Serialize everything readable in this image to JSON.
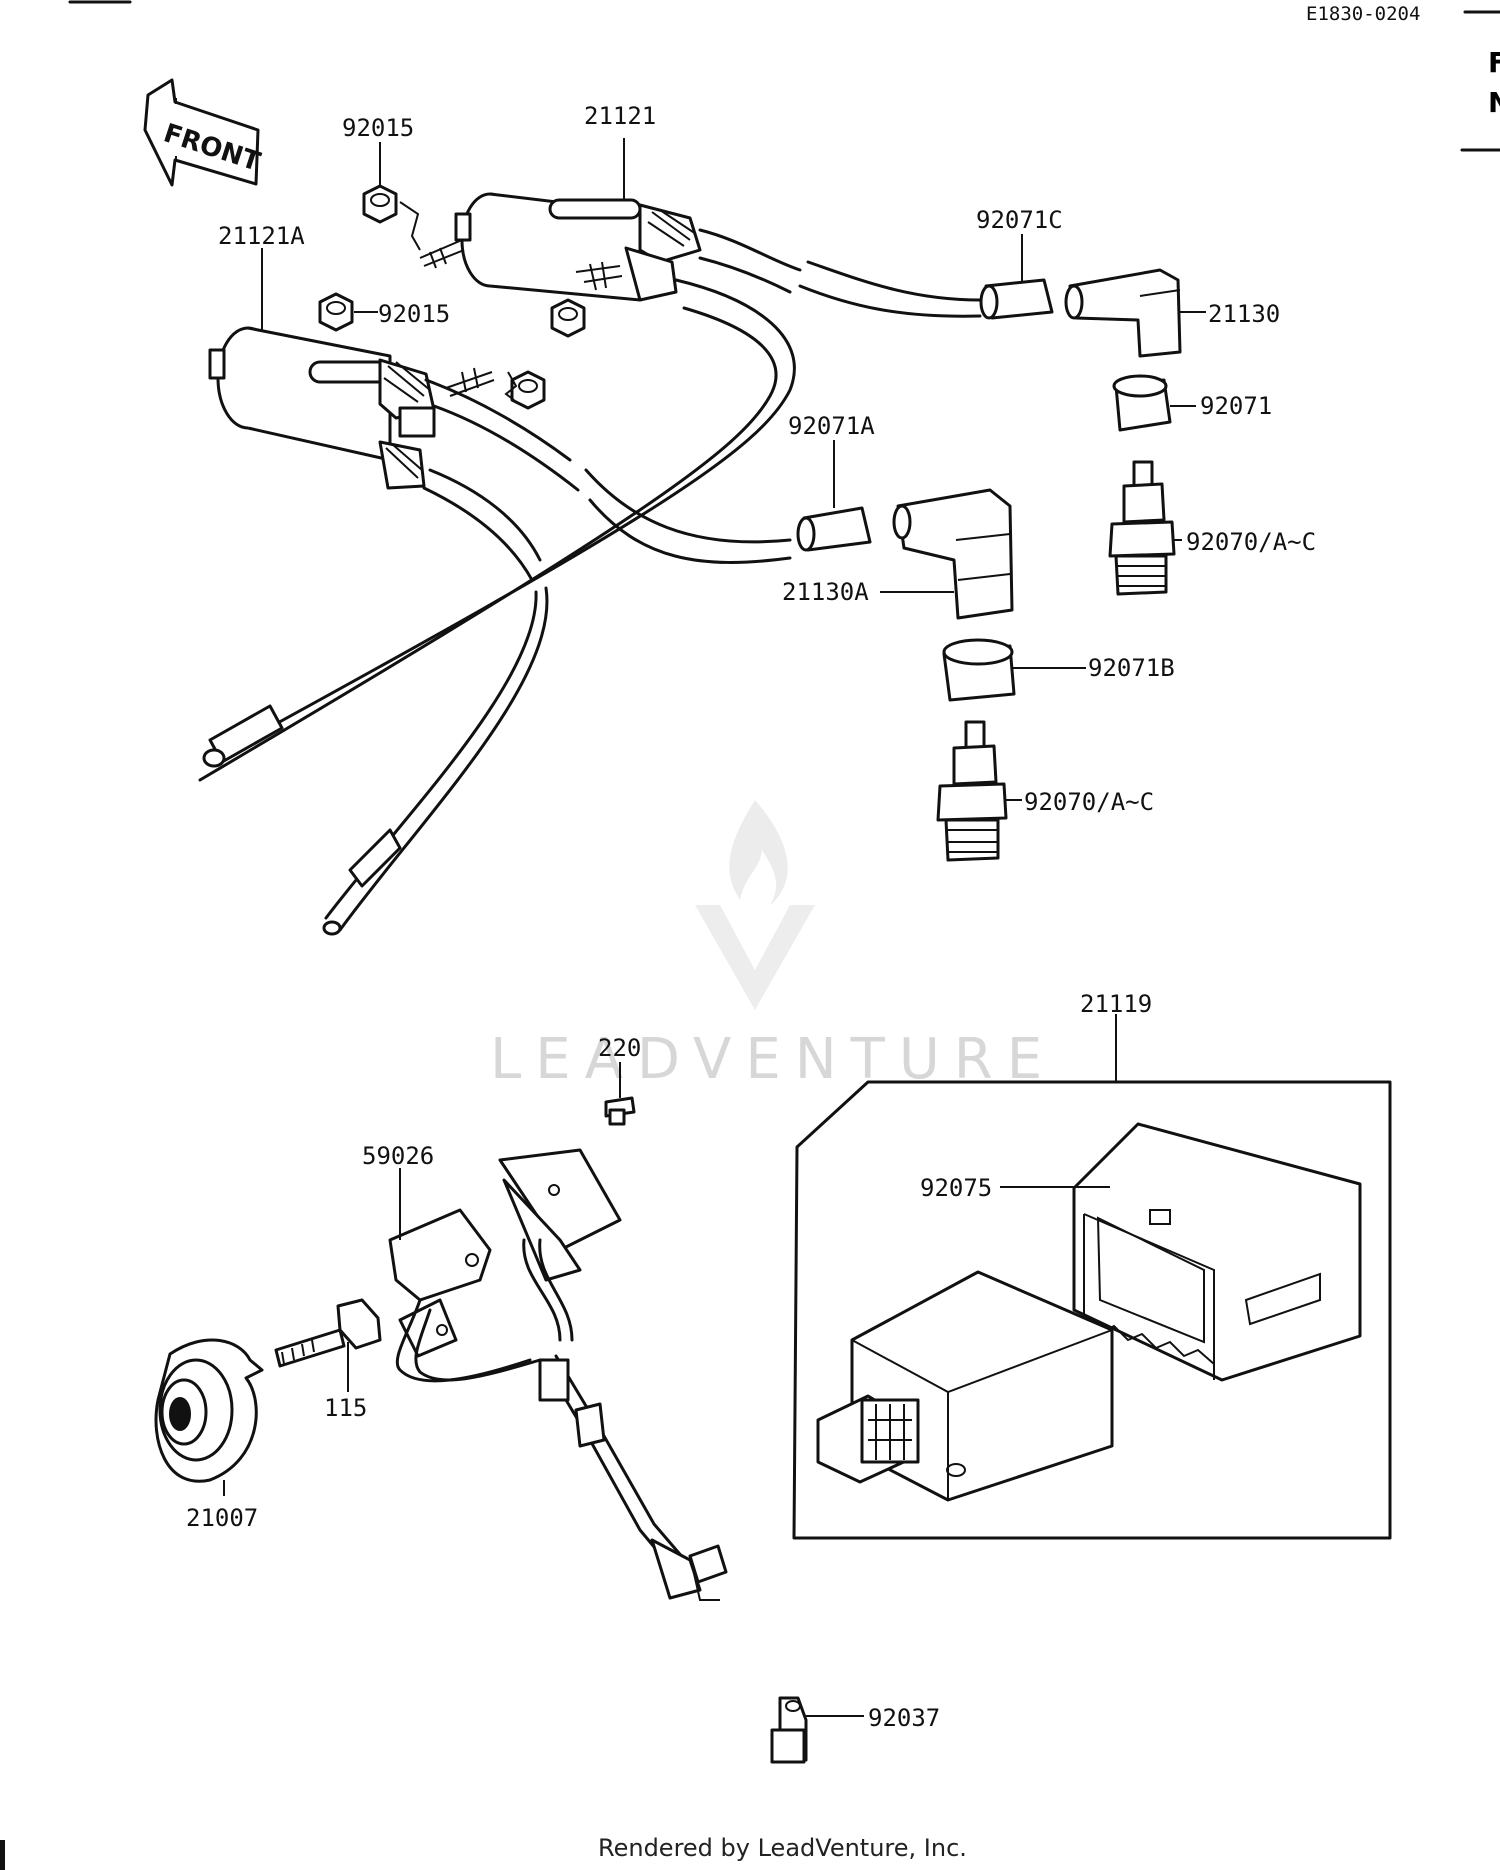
{
  "header": {
    "diagram_code": "E1830-0204",
    "edge_letters": [
      "F",
      "N"
    ]
  },
  "watermark": {
    "text": "LEADVENTURE"
  },
  "direction_arrow": {
    "label": "FRONT"
  },
  "parts": {
    "coil_rear": "21121",
    "coil_front": "21121A",
    "nut_top": "92015",
    "nut_side": "92015",
    "boot_cap_c": "92071C",
    "plug_cap": "21130",
    "seal_92071": "92071",
    "boot_cap_a": "92071A",
    "plug_cap_a": "21130A",
    "seal_92071b": "92071B",
    "spark_plug_upper": "92070/A~C",
    "spark_plug_lower": "92070/A~C",
    "igniter_assy": "21119",
    "igniter_cover": "92075",
    "screw": "220",
    "pickup_coil": "59026",
    "bolt": "115",
    "timing_rotor": "21007",
    "clamp": "92037"
  },
  "footer": {
    "credit": "Rendered by LeadVenture, Inc."
  }
}
